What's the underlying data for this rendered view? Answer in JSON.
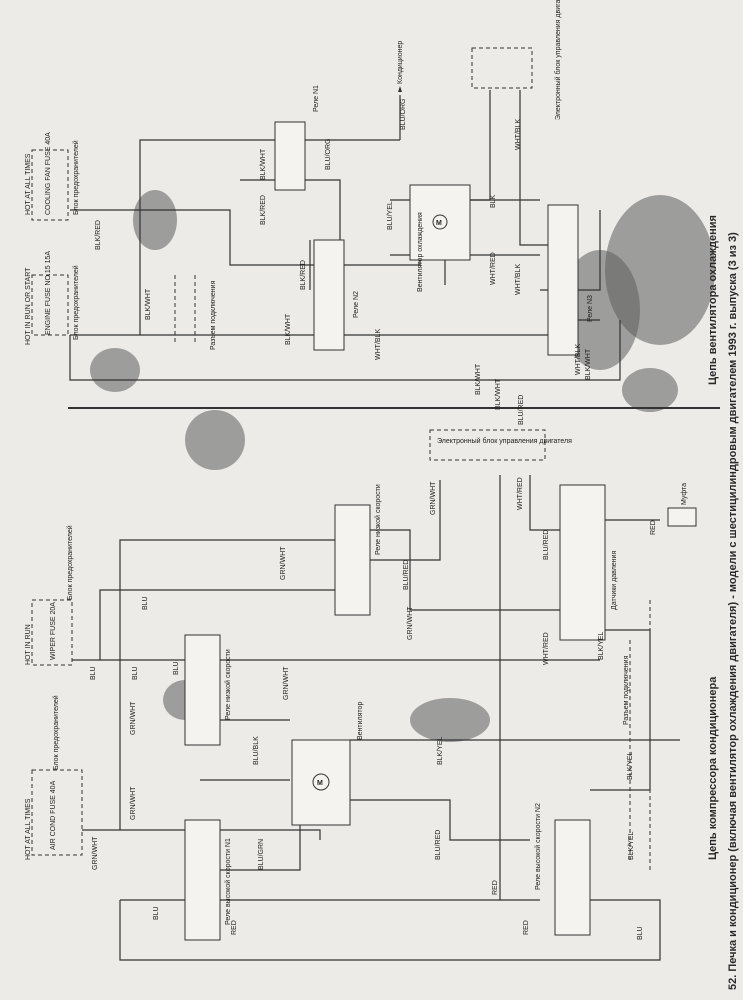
{
  "caption": {
    "line1": "52. Печка и кондиционер (включая вентилятор охлаждения двигателя) - модели с шестицилиндровым двигателем 1993 г. выпуска (3 из 3)",
    "line2": "Цепь компрессора кондиционера",
    "line3": "Цепь вентилятора охлаждения"
  },
  "top": {
    "hot_run_start": "HOT IN RUN OR START",
    "engine_fuse": "ENGINE FUSE NO.15 15A",
    "hot_all_times": "HOT AT ALL TIMES",
    "cooling_fuse": "COOLING FAN FUSE 40A",
    "fuse_block_1": "Блок предохранителей",
    "fuse_block_2": "Блок предохранителей",
    "connector": "Разъем подключения",
    "relay1": "Реле N1",
    "relay2": "Реле N2",
    "relay3": "Реле N3",
    "fan": "Вентилятор охлаждения",
    "ac": "Кондиционер",
    "ecu": "Электронный блок управления двигателя",
    "wires": [
      "BLK/RED",
      "BLK/WHT",
      "BLK/WHT",
      "BLK/WHT",
      "BLK/RED",
      "BLK/RED",
      "BLU/ORG",
      "BLU/ORG",
      "BLU/YEL",
      "BLK",
      "WHT/BLK",
      "WHT/BLK",
      "WHT/RED",
      "BLK/WHT",
      "WHT/BLK",
      "BLK/WHT",
      "WHT/BLK",
      "BLK/WHT"
    ]
  },
  "bottom": {
    "hot_all_times": "HOT AT ALL TIMES",
    "air_cond_fuse": "AIR COND FUSE 40A",
    "fuse_block_a": "Блок предохранителей",
    "hot_in_run": "HOT IN RUN",
    "wiper_fuse": "WIPER FUSE 20A",
    "fuse_block_b": "Блок предохранителей",
    "relay_high1": "Реле высокой скорости N1",
    "relay_low_a": "Реле низкой скорости",
    "relay_low_b": "Реле низкой скорости",
    "relay_high2": "Реле высокой скорости N2",
    "fan": "Вентилятор",
    "pressure": "Датчики давления",
    "connector": "Разъем подключения",
    "clutch": "Муфта",
    "ecu": "Электронный блок управления двигателя",
    "wires": [
      "GRN/WHT",
      "GRN/WHT",
      "GRN/WHT",
      "GRN/WHT",
      "GRN/WHT",
      "GRN/WHT",
      "GRN/WHT",
      "BLU",
      "BLU",
      "BLU",
      "BLU",
      "BLU",
      "BLU",
      "BLU/GRN",
      "BLU/BLK",
      "BLU/RED",
      "BLU/RED",
      "BLU/RED",
      "BLK/YEL",
      "BLK/YEL",
      "BLK/YEL",
      "BLK/YEL",
      "RED",
      "RED",
      "RED",
      "RED",
      "WHT/RED",
      "WHT/RED",
      "BLU/RED"
    ]
  }
}
